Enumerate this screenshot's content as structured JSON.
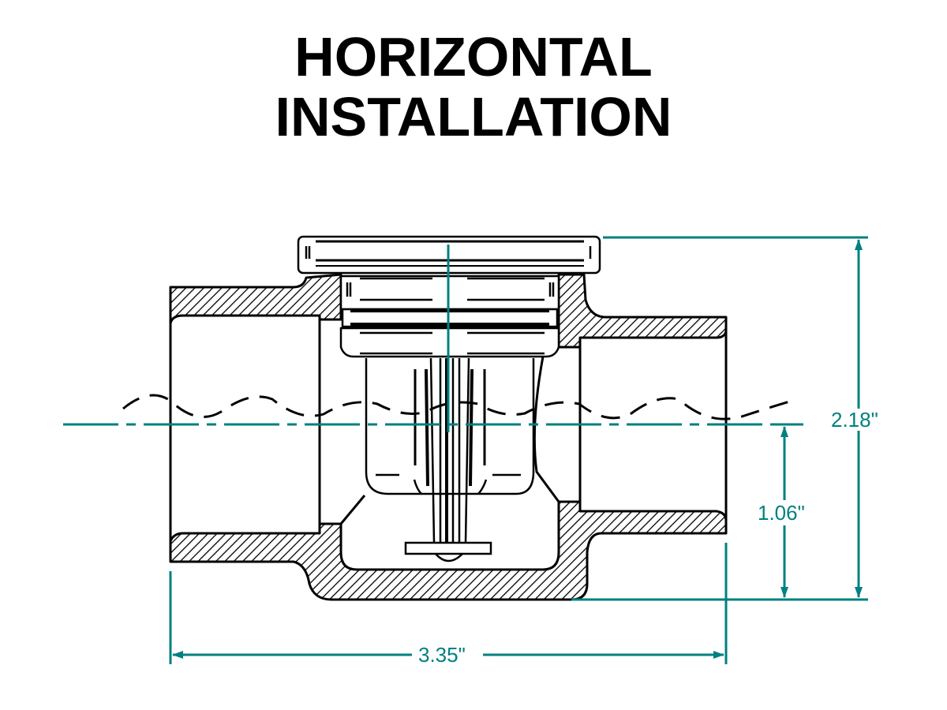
{
  "title": {
    "line1": "HORIZONTAL",
    "line2": "INSTALLATION"
  },
  "colors": {
    "outline": "#000000",
    "dimension": "#00807f",
    "background": "#ffffff"
  },
  "drawing": {
    "subject": "flow switch / check valve body, horizontal cross-section with hatched walls",
    "features": [
      "top cap with threads",
      "paddle stem with float",
      "water level wave line",
      "pipe centerline"
    ]
  },
  "dimensions": {
    "overall_height": "2.18\"",
    "centerline_to_bottom": "1.06\"",
    "overall_length": "3.35\""
  }
}
